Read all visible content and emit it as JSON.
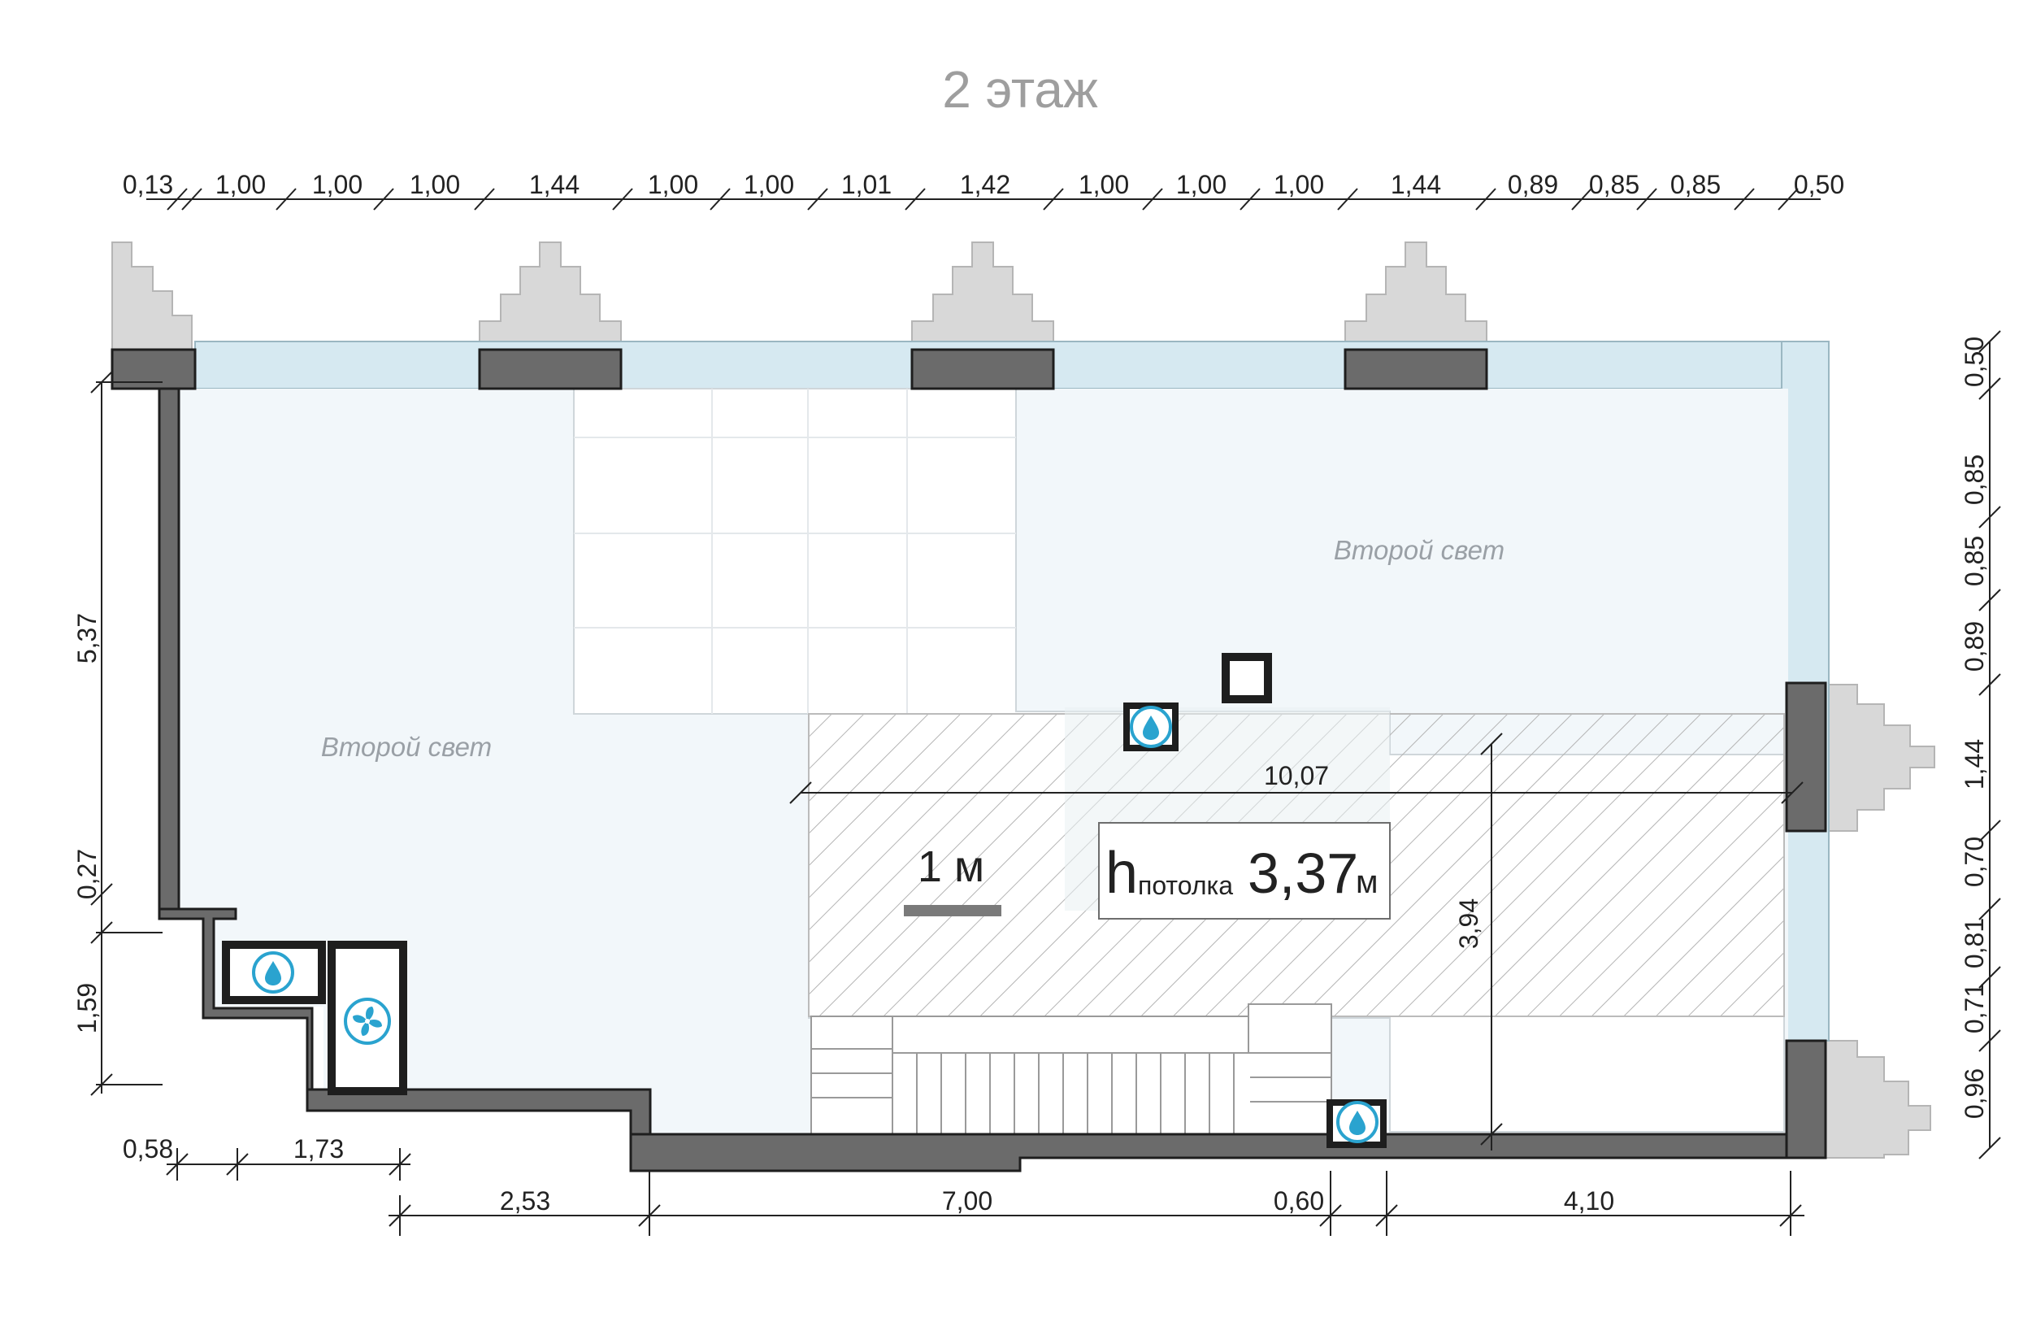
{
  "title": "2 этаж",
  "top_dimensions": [
    "0,13",
    "1,00",
    "1,00",
    "1,00",
    "1,44",
    "1,00",
    "1,00",
    "1,01",
    "1,42",
    "1,00",
    "1,00",
    "1,00",
    "1,44",
    "0,89",
    "0,85",
    "0,85",
    "0,50"
  ],
  "right_dimensions": [
    "0,50",
    "0,85",
    "0,85",
    "0,89",
    "1,44",
    "0,70",
    "0,81",
    "0,71",
    "0,96"
  ],
  "left_dimensions": {
    "d1": "5,37",
    "d2": "0,27",
    "d3": "1,59"
  },
  "bottom_dimensions": {
    "a": "0,58",
    "b": "1,73",
    "c": "2,53",
    "d": "7,00",
    "e": "0,60",
    "f": "4,10"
  },
  "interior_dimensions": {
    "width": "10,07",
    "height": "3,94"
  },
  "labels": {
    "double_height_left": "Второй свет",
    "double_height_right": "Второй свет",
    "scale_label": "1 м",
    "ceiling_h": "h",
    "ceiling_word": "потолка",
    "ceiling_value": "3,37",
    "ceiling_unit": "м"
  },
  "icons": [
    "water-drop-icon",
    "water-drop-icon",
    "water-drop-icon",
    "fan-icon"
  ],
  "colors": {
    "wall": "#6b6b6b",
    "floor": "#f2f7fa",
    "glass": "#d6e9f1",
    "ornament": "#d8d8d8",
    "accent": "#2aa3cf",
    "hatch": "#b4b4b4"
  }
}
